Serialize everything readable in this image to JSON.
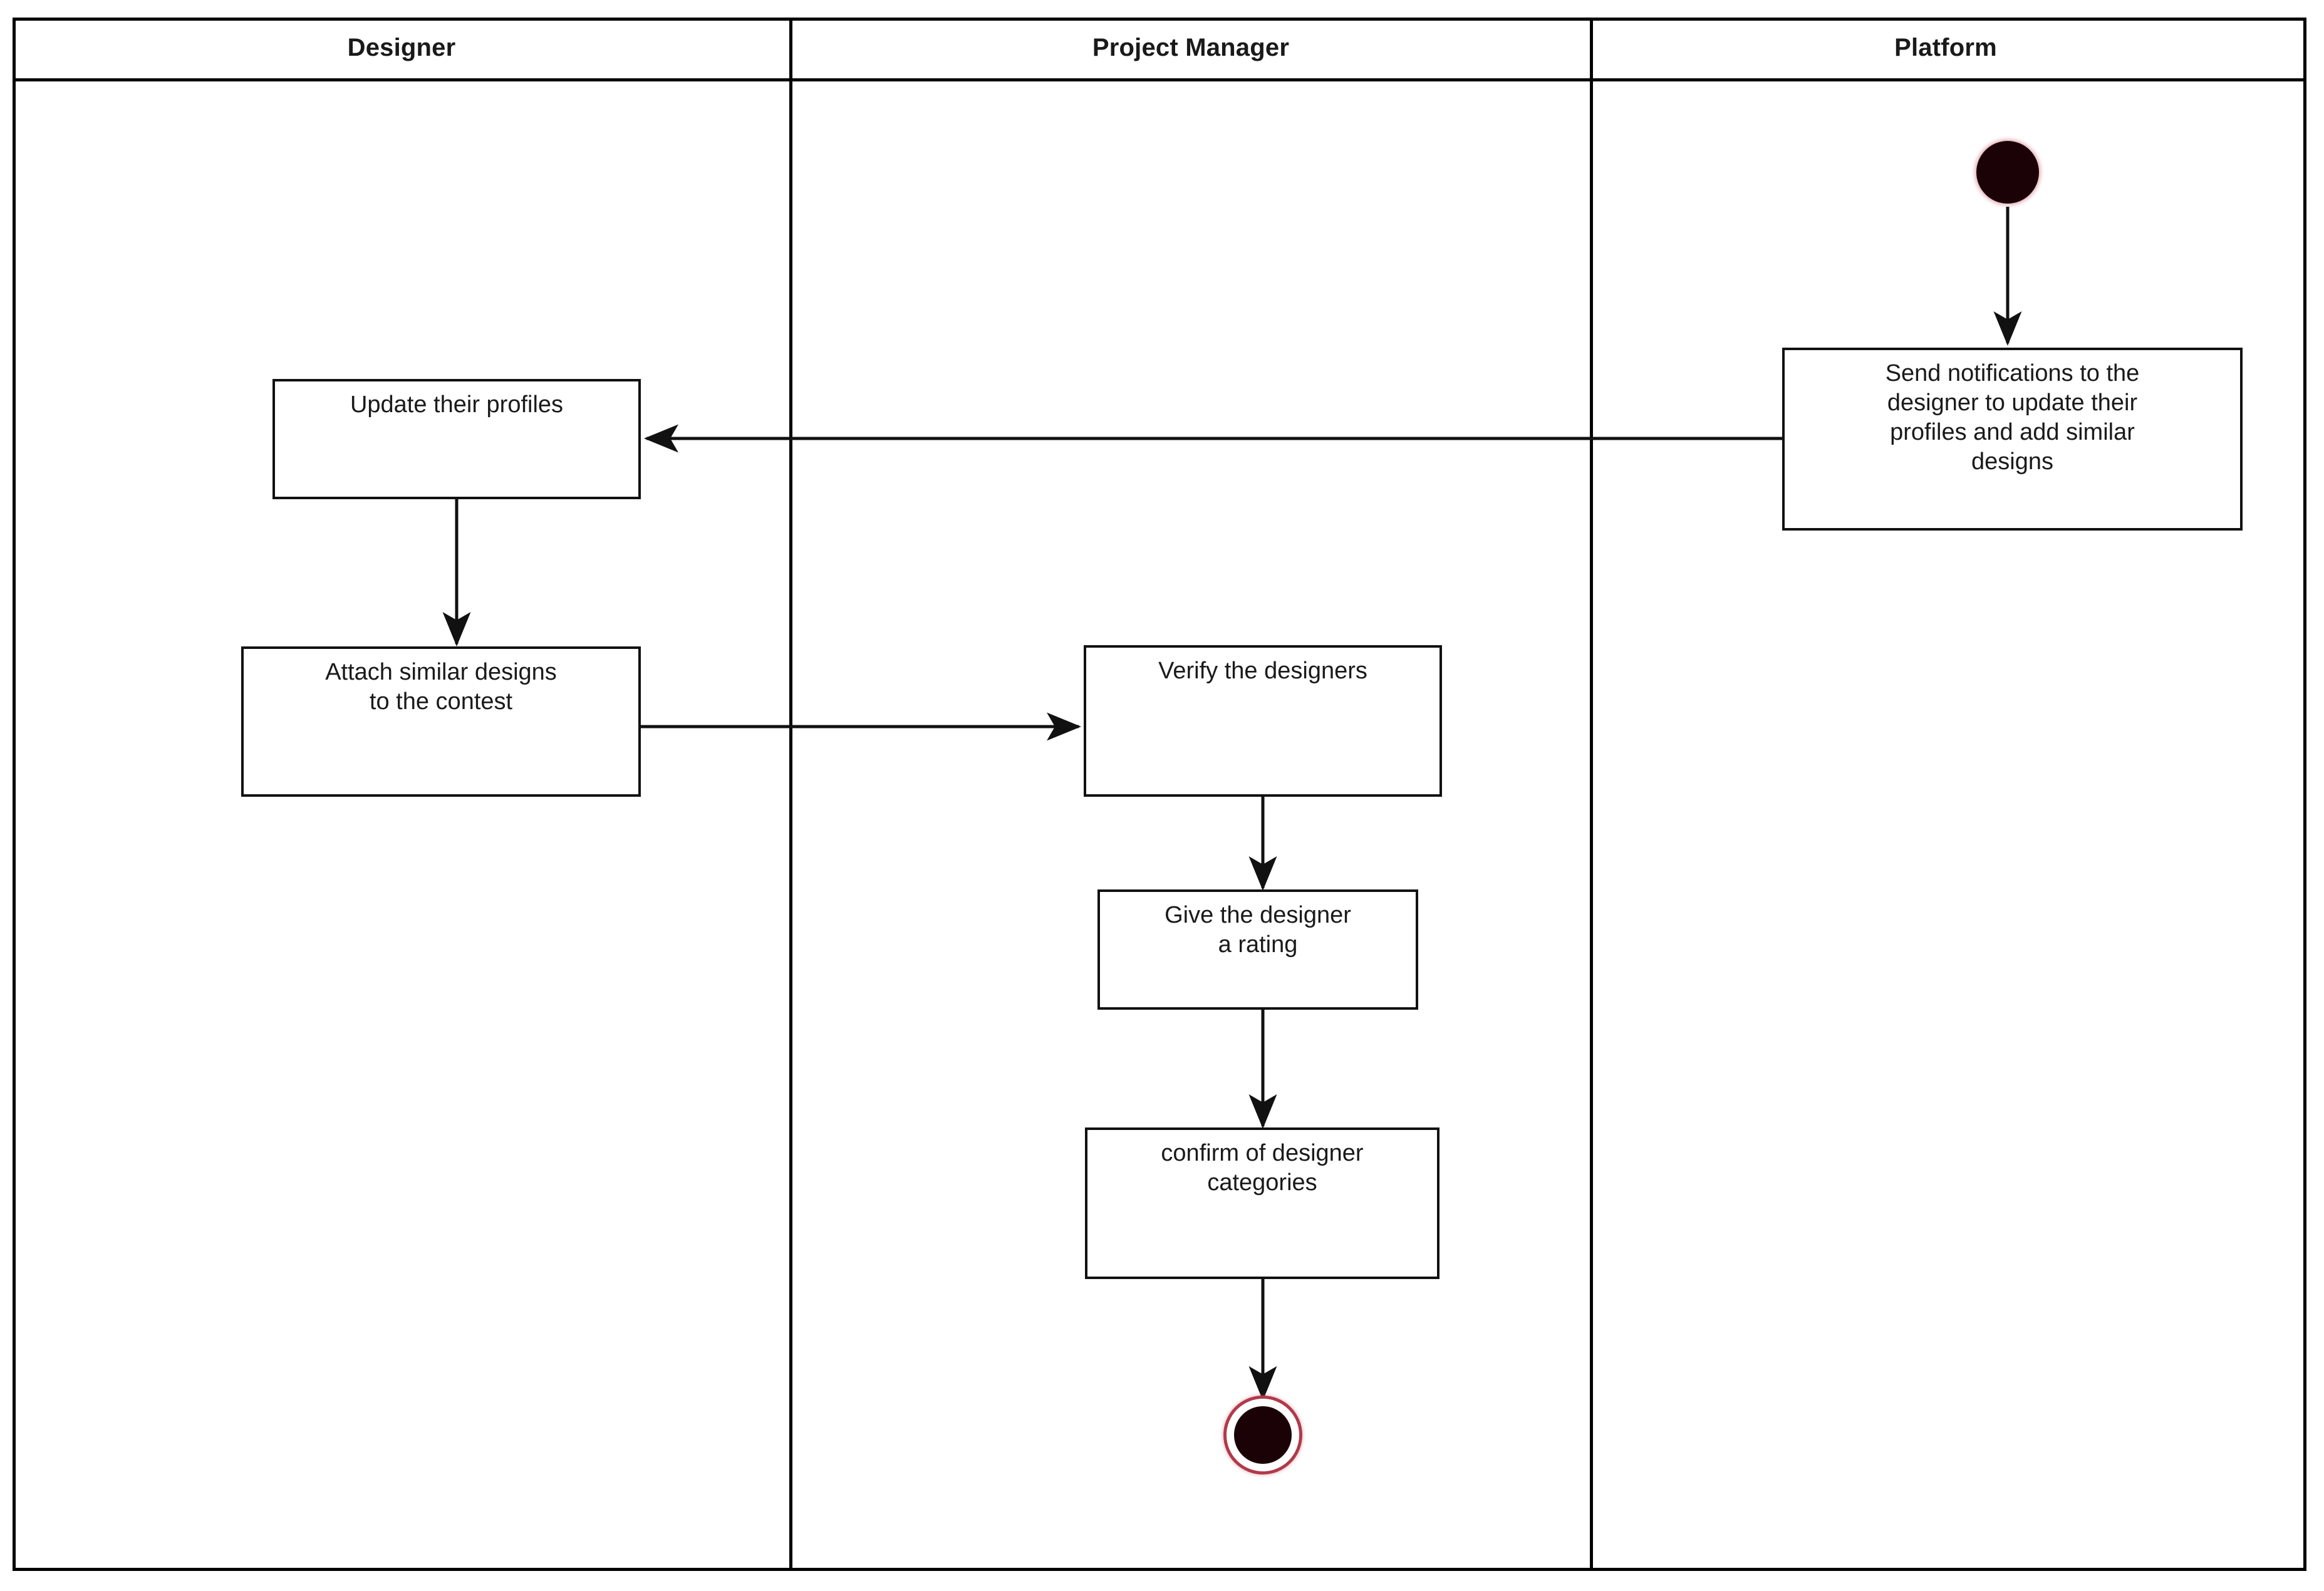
{
  "diagram": {
    "type": "uml-activity-swimlane",
    "background_color": "#ffffff",
    "line_color": "#111111",
    "text_color": "#1a1a1a",
    "accent_color": "#b03a4a",
    "node_fill_color": "#1b0206"
  },
  "lanes": [
    {
      "id": "designer",
      "title": "Designer"
    },
    {
      "id": "project_manager",
      "title": "Project Manager"
    },
    {
      "id": "platform",
      "title": "Platform"
    }
  ],
  "nodes": {
    "start": {
      "kind": "initial-node",
      "lane": "platform"
    },
    "send_notifications": {
      "kind": "action",
      "lane": "platform",
      "label": "Send notifications to the\ndesigner to update their\nprofiles and add similar\ndesigns"
    },
    "update_profiles": {
      "kind": "action",
      "lane": "designer",
      "label": "Update their profiles"
    },
    "attach_designs": {
      "kind": "action",
      "lane": "designer",
      "label": "Attach similar designs\nto the contest"
    },
    "verify_designers": {
      "kind": "action",
      "lane": "project_manager",
      "label": "Verify the designers"
    },
    "give_rating": {
      "kind": "action",
      "lane": "project_manager",
      "label": "Give the designer\na rating"
    },
    "confirm_categories": {
      "kind": "action",
      "lane": "project_manager",
      "label": "confirm of designer\ncategories"
    },
    "end": {
      "kind": "final-node",
      "lane": "project_manager"
    }
  },
  "edges": [
    {
      "from": "start",
      "to": "send_notifications",
      "direction": "down"
    },
    {
      "from": "send_notifications",
      "to": "update_profiles",
      "direction": "left"
    },
    {
      "from": "update_profiles",
      "to": "attach_designs",
      "direction": "down"
    },
    {
      "from": "attach_designs",
      "to": "verify_designers",
      "direction": "right"
    },
    {
      "from": "verify_designers",
      "to": "give_rating",
      "direction": "down"
    },
    {
      "from": "give_rating",
      "to": "confirm_categories",
      "direction": "down"
    },
    {
      "from": "confirm_categories",
      "to": "end",
      "direction": "down"
    }
  ]
}
